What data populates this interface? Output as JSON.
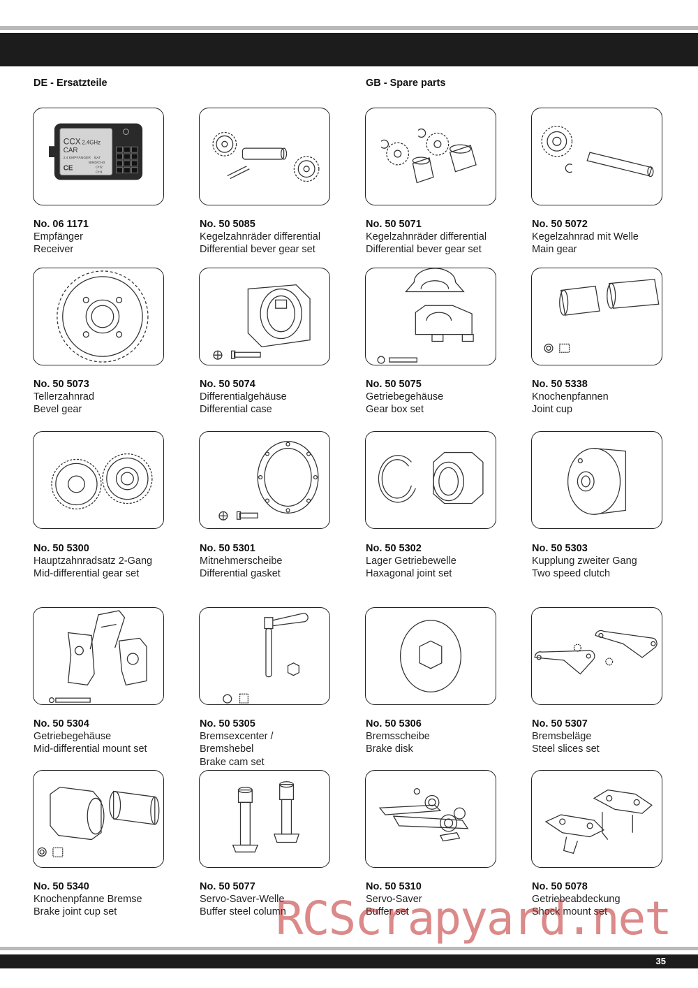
{
  "header": {
    "left_title": "DE - Ersatzteile",
    "right_title": "GB - Spare parts"
  },
  "parts": [
    {
      "num": "No. 06 1171",
      "de": "Empfänger",
      "en": "Receiver"
    },
    {
      "num": "No. 50 5085",
      "de": "Kegelzahnräder differential",
      "en": "Differential bever gear set"
    },
    {
      "num": "No. 50 5071",
      "de": "Kegelzahnräder differential",
      "en": "Differential bever gear set"
    },
    {
      "num": "No. 50 5072",
      "de": "Kegelzahnrad mit Welle",
      "en": "Main gear"
    },
    {
      "num": "No. 50 5073",
      "de": "Tellerzahnrad",
      "en": "Bevel gear"
    },
    {
      "num": "No. 50 5074",
      "de": "Differentialgehäuse",
      "en": "Differential case"
    },
    {
      "num": "No. 50 5075",
      "de": "Getriebegehäuse",
      "en": "Gear box set"
    },
    {
      "num": "No. 50 5338",
      "de": "Knochenpfannen",
      "en": "Joint cup"
    },
    {
      "num": "No. 50 5300",
      "de": "Hauptzahnradsatz 2-Gang",
      "en": "Mid-differential gear set"
    },
    {
      "num": "No. 50 5301",
      "de": "Mitnehmerscheibe",
      "en": "Differential gasket"
    },
    {
      "num": "No. 50 5302",
      "de": "Lager Getriebewelle",
      "en": "Haxagonal joint set"
    },
    {
      "num": "No. 50 5303",
      "de": "Kupplung zweiter Gang",
      "en": "Two speed clutch"
    },
    {
      "num": "No. 50 5304",
      "de": "Getriebegehäuse",
      "en": "Mid-differential mount set"
    },
    {
      "num": "No. 50 5305",
      "de": "Bremsexcenter /",
      "de2": "Bremshebel",
      "en": "Brake cam set"
    },
    {
      "num": "No. 50 5306",
      "de": "Bremsscheibe",
      "en": "Brake disk"
    },
    {
      "num": "No. 50 5307",
      "de": "Bremsbeläge",
      "en": "Steel slices set"
    },
    {
      "num": "No. 50 5340",
      "de": "Knochenpfanne Bremse",
      "en": "Brake joint cup set"
    },
    {
      "num": "No. 50 5077",
      "de": "Servo-Saver-Welle",
      "en": "Buffer steel column"
    },
    {
      "num": "No. 50 5310",
      "de": "Servo-Saver",
      "en": "Buffer set"
    },
    {
      "num": "No. 50 5078",
      "de": "Getriebeabdeckung",
      "en": "Shock mount set"
    }
  ],
  "receiver_label": {
    "brand": "CCX",
    "model": "CAR",
    "freq": "2.4GHz",
    "type": "2.4 EMPFÄNGER",
    "ports": [
      "BAT",
      "BIND/CH3",
      "CH2",
      "CH1"
    ],
    "mark": "CE"
  },
  "footer": {
    "page": "35"
  },
  "watermark": "RCScrapyard.net"
}
